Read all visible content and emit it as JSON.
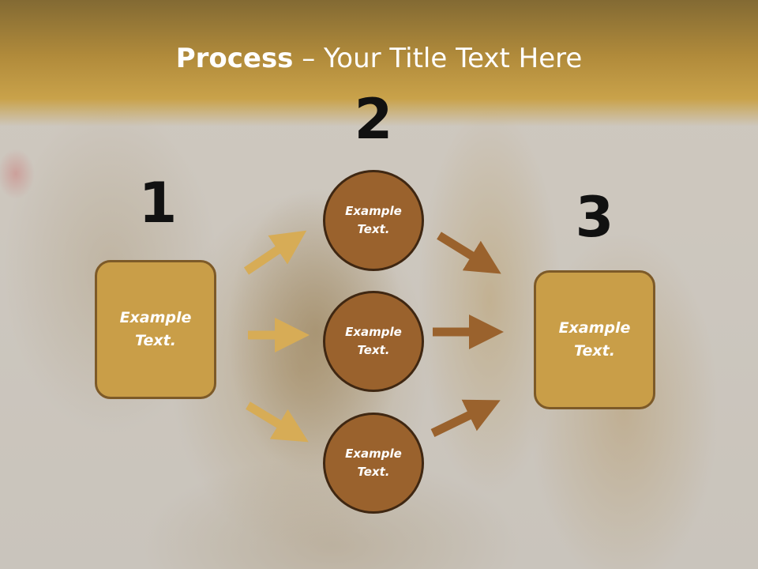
{
  "slide": {
    "title_bold": "Process",
    "title_rest": " – Your Title Text Here"
  },
  "steps": [
    {
      "number": "1",
      "label_line1": "Example",
      "label_line2": "Text."
    },
    {
      "number": "2",
      "label_line1": "Example",
      "label_line2": "Text."
    },
    {
      "number": "3",
      "label_line1": "Example",
      "label_line2": "Text."
    }
  ],
  "circles": [
    {
      "label_line1": "Example",
      "label_line2": "Text."
    },
    {
      "label_line1": "Example",
      "label_line2": "Text."
    },
    {
      "label_line1": "Example",
      "label_line2": "Text."
    }
  ],
  "colors": {
    "left_arrows": "#d7ac56",
    "right_arrows": "#9a622d",
    "box_fill": "#c99e48",
    "circle_fill": "#9a622d"
  }
}
